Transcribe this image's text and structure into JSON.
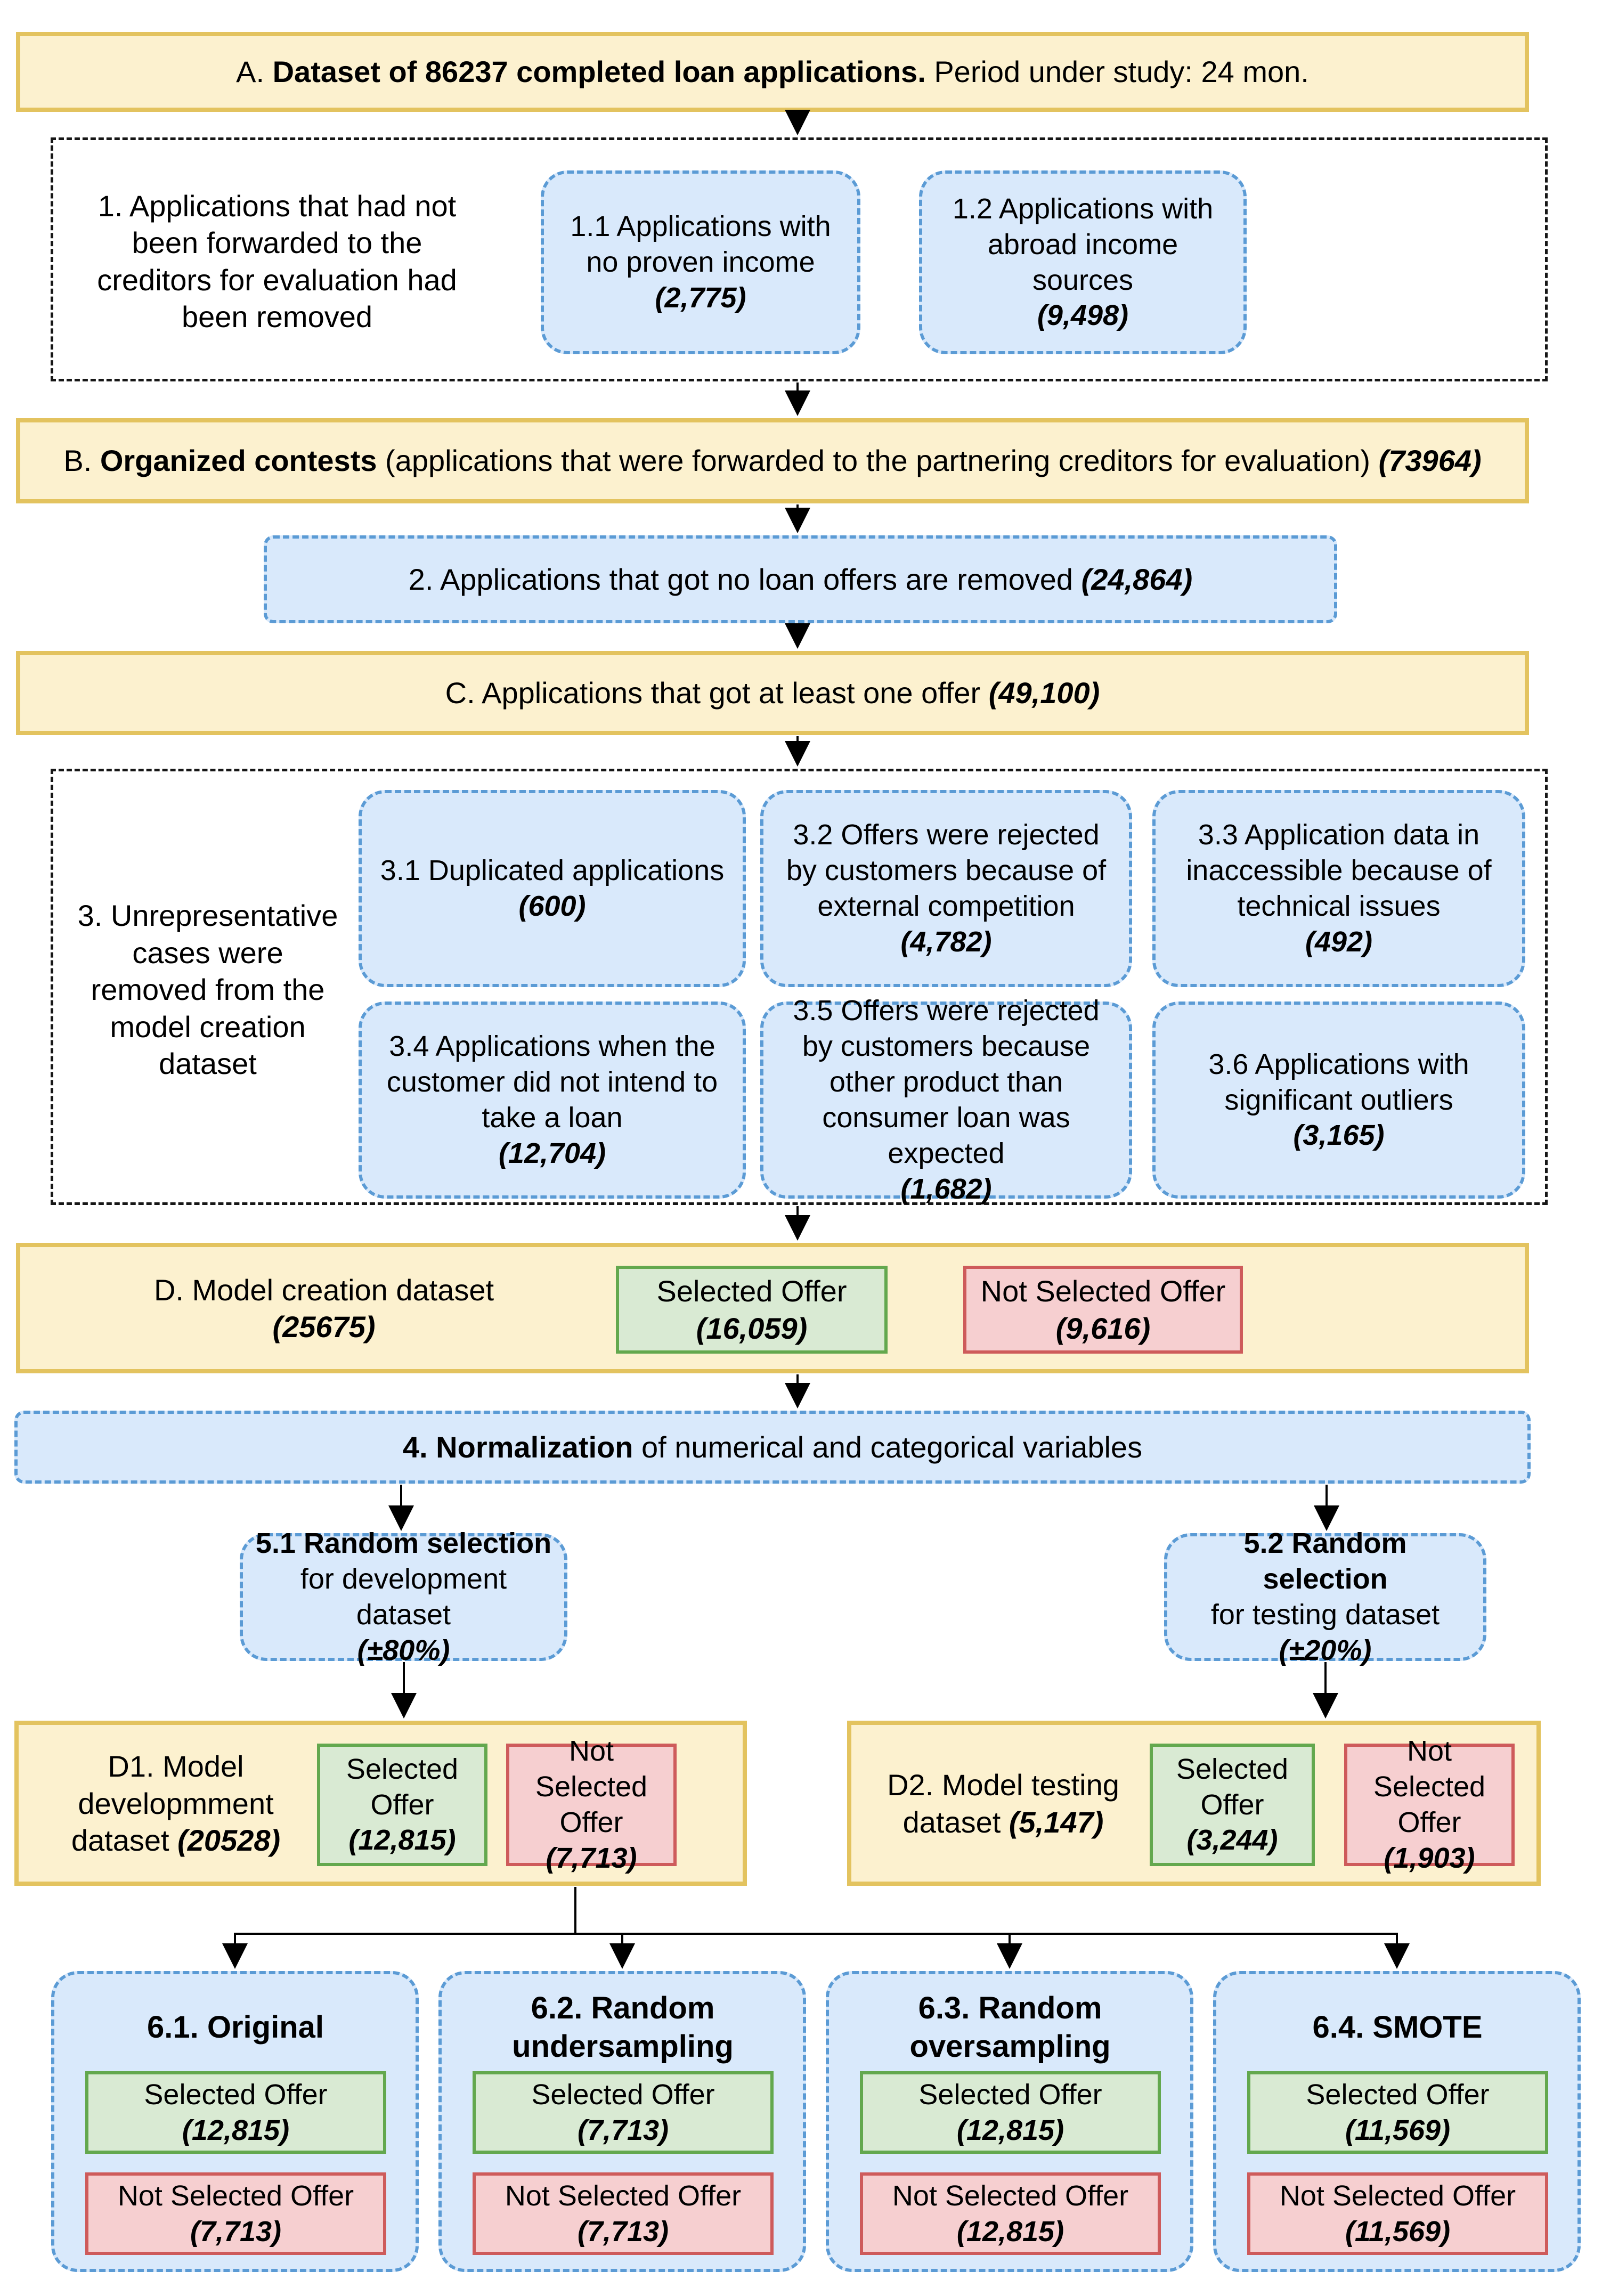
{
  "colors": {
    "stage_fill": "#FCF1CF",
    "stage_border": "#E3C35F",
    "step_fill": "#D9E9FB",
    "step_border": "#5B9BD5",
    "selected_fill": "#D9EAD3",
    "selected_border": "#63A84E",
    "not_selected_fill": "#F6CFD0",
    "not_selected_border": "#CE5B5B",
    "group_border": "#161616",
    "arrow": "#000000"
  },
  "stage_a": {
    "prefix": "A. ",
    "bold": "Dataset of 86237 completed loan applications.",
    "rest": " Period under study: 24 mon."
  },
  "step1": {
    "label": "1. Applications that had not been forwarded to the creditors for evaluation had been removed",
    "box11_text": "1.1 Applications with no proven income",
    "box11_count": "(2,775)",
    "box12_text": "1.2 Applications with abroad income sources",
    "box12_count": "(9,498)"
  },
  "stage_b": {
    "prefix": "B. ",
    "bold": "Organized contests",
    "rest": " (applications that were forwarded to the partnering creditors for evaluation) ",
    "count": "(73964)"
  },
  "step2": {
    "text": "2. Applications that got no loan offers are removed ",
    "count": "(24,864)"
  },
  "stage_c": {
    "text": "C. Applications that got at least one offer ",
    "count": "(49,100)"
  },
  "step3": {
    "label": "3. Unrepresentative cases were removed from the model creation dataset",
    "boxes": [
      {
        "text": "3.1 Duplicated applications",
        "count": "(600)"
      },
      {
        "text": "3.2 Offers were rejected by customers because of external competition",
        "count": "(4,782)"
      },
      {
        "text": "3.3 Application data in inaccessible because of technical issues",
        "count": "(492)"
      },
      {
        "text": "3.4 Applications when the customer did not intend to take a loan",
        "count": "(12,704)"
      },
      {
        "text": "3.5 Offers were rejected by customers because other product than consumer loan was expected",
        "count": "(1,682)"
      },
      {
        "text": "3.6 Applications with significant outliers",
        "count": "(3,165)"
      }
    ]
  },
  "stage_d": {
    "label": "D. Model creation dataset",
    "count": "(25675)",
    "selected": {
      "label": "Selected Offer",
      "count": "(16,059)"
    },
    "not_selected": {
      "label": "Not Selected Offer",
      "count": "(9,616)"
    }
  },
  "step4": {
    "bold": "4. Normalization",
    "rest": " of numerical and categorical variables"
  },
  "step5_1": {
    "bold": "5.1 Random selection",
    "line2": "for development dataset",
    "count": "(±80%)"
  },
  "step5_2": {
    "bold": "5.2 Random selection",
    "line2": "for testing dataset",
    "count": "(±20%)"
  },
  "stage_d1": {
    "label": "D1. Model developmment dataset ",
    "count": "(20528)",
    "selected": {
      "label": "Selected",
      "label2": "Offer",
      "count": "(12,815)"
    },
    "not_selected": {
      "label": "Not Selected",
      "label2": "Offer",
      "count": "(7,713)"
    }
  },
  "stage_d2": {
    "label": "D2. Model testing dataset ",
    "count": "(5,147)",
    "selected": {
      "label": "Selected",
      "label2": "Offer",
      "count": "(3,244)"
    },
    "not_selected": {
      "label": "Not Selected",
      "label2": "Offer",
      "count": "(1,903)"
    }
  },
  "step6": [
    {
      "title": "6.1. Original",
      "selected": {
        "label": "Selected Offer",
        "count": "(12,815)"
      },
      "not_selected": {
        "label": "Not Selected Offer",
        "count": "(7,713)"
      }
    },
    {
      "title": "6.2. Random undersampling",
      "selected": {
        "label": "Selected Offer",
        "count": "(7,713)"
      },
      "not_selected": {
        "label": "Not Selected Offer",
        "count": "(7,713)"
      }
    },
    {
      "title": "6.3. Random oversampling",
      "selected": {
        "label": "Selected Offer",
        "count": "(12,815)"
      },
      "not_selected": {
        "label": "Not Selected Offer",
        "count": "(12,815)"
      }
    },
    {
      "title": "6.4. SMOTE",
      "selected": {
        "label": "Selected Offer",
        "count": "(11,569)"
      },
      "not_selected": {
        "label": "Not Selected Offer",
        "count": "(11,569)"
      }
    }
  ]
}
